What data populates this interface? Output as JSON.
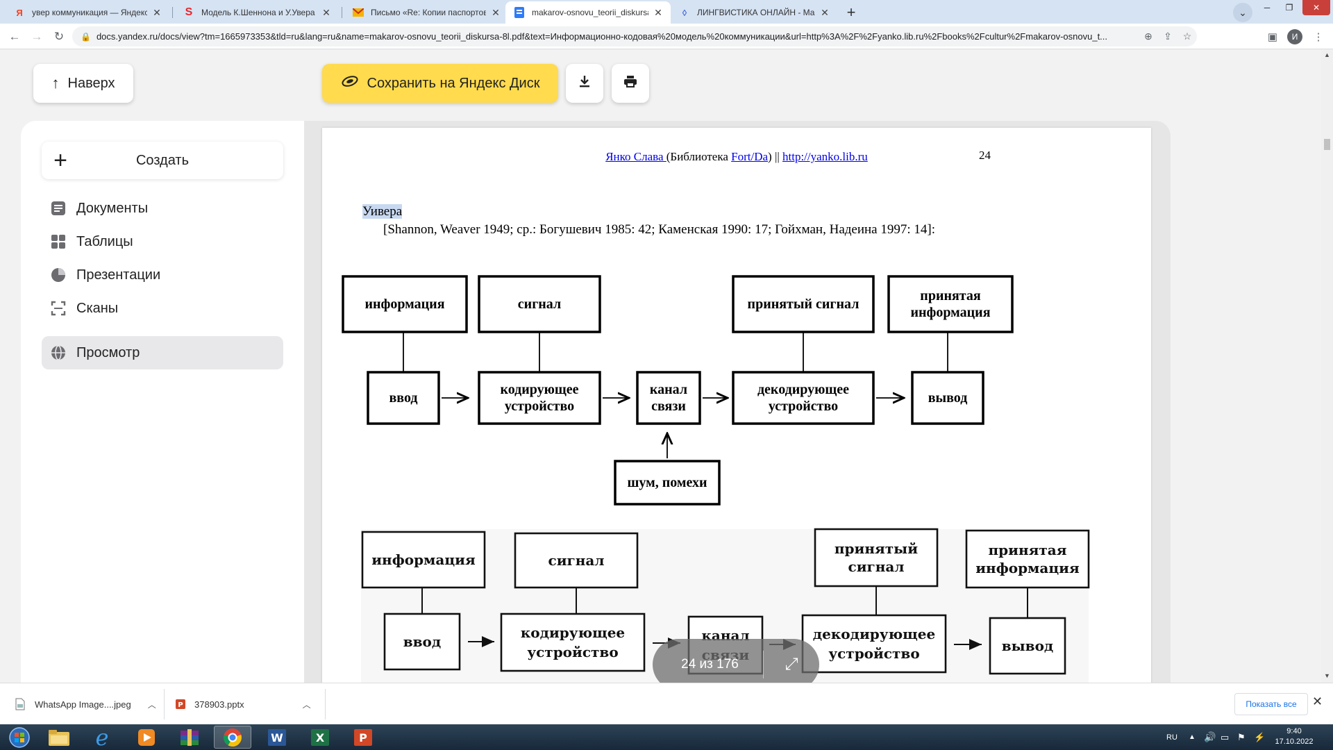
{
  "browser": {
    "tabs": [
      {
        "title": "увер коммуникация — Яндекс",
        "favicon": "yandex-icon",
        "favicon_color": "#fc3f1d",
        "active": false
      },
      {
        "title": "Модель К.Шеннона и У.Увера",
        "favicon": "s-icon",
        "favicon_color": "#e8262b",
        "active": false
      },
      {
        "title": "Письмо «Re: Копии паспортов»",
        "favicon": "mail-icon",
        "favicon_color": "#f5b400",
        "active": false
      },
      {
        "title": "makarov-osnovu_teorii_diskursa",
        "favicon": "docs-icon",
        "favicon_color": "#2f7cf6",
        "active": true
      },
      {
        "title": "ЛИНГВИСТИКА ОНЛАЙН - Мак",
        "favicon": "link-icon",
        "favicon_color": "#4a6fd6",
        "active": false
      }
    ],
    "url": "docs.yandex.ru/docs/view?tm=1665973353&tld=ru&lang=ru&name=makarov-osnovu_teorii_diskursa-8l.pdf&text=Информационно-кодовая%20модель%20коммуникации&url=http%3A%2F%2Fyanko.lib.ru%2Fbooks%2Fcultur%2Fmakarov-osnovu_t...",
    "profile_initial": "И"
  },
  "viewer": {
    "up_label": "Наверх",
    "save_label": "Сохранить на Яндекс Диск",
    "accent": "#ffdb4d",
    "sidebar": {
      "create_label": "Создать",
      "items": [
        {
          "label": "Документы",
          "icon": "document-icon"
        },
        {
          "label": "Таблицы",
          "icon": "table-icon"
        },
        {
          "label": "Презентации",
          "icon": "presentation-icon"
        },
        {
          "label": "Сканы",
          "icon": "scan-icon"
        },
        {
          "label": "Просмотр",
          "icon": "globe-icon",
          "selected": true
        }
      ]
    },
    "pager": {
      "text": "24 из 176"
    }
  },
  "page": {
    "header": {
      "author": "Янко Слава ",
      "lib_open": "(Библиотека ",
      "lib_link": "Fort/Da",
      "lib_close": ") || ",
      "site": "http://yanko.lib.ru"
    },
    "number": "24",
    "heading": "Уивера",
    "citation": "[Shannon, Weaver 1949; ср.: Богушевич 1985: 42; Каменская 1990: 17; Гойхман, Надеина 1997: 14]:",
    "diagram": {
      "top_row": [
        "информация",
        "сигнал",
        "принятый сигнал",
        "принятая информация"
      ],
      "bottom_row": [
        "ввод",
        "кодирующее устройство",
        "канал связи",
        "декодирующее устройство",
        "вывод"
      ],
      "noise": "шум, помехи"
    },
    "scan": {
      "top_row": [
        "информация",
        "сигнал",
        "принятый сигнал",
        "принятая информация"
      ],
      "bottom_row": [
        "ввод",
        "кодирующее устройство",
        "канал связи",
        "декодирующее устройство",
        "вывод"
      ]
    }
  },
  "downloads": {
    "items": [
      {
        "name": "WhatsApp Image....jpeg",
        "icon": "image-file-icon"
      },
      {
        "name": "378903.pptx",
        "icon": "pptx-file-icon"
      }
    ],
    "show_all": "Показать все"
  },
  "taskbar": {
    "lang": "RU",
    "time": "9:40",
    "date": "17.10.2022",
    "apps": [
      "start-orb-icon",
      "explorer-icon",
      "ie-icon",
      "media-player-icon",
      "winrar-icon",
      "chrome-icon",
      "word-icon",
      "excel-icon",
      "powerpoint-icon"
    ]
  }
}
